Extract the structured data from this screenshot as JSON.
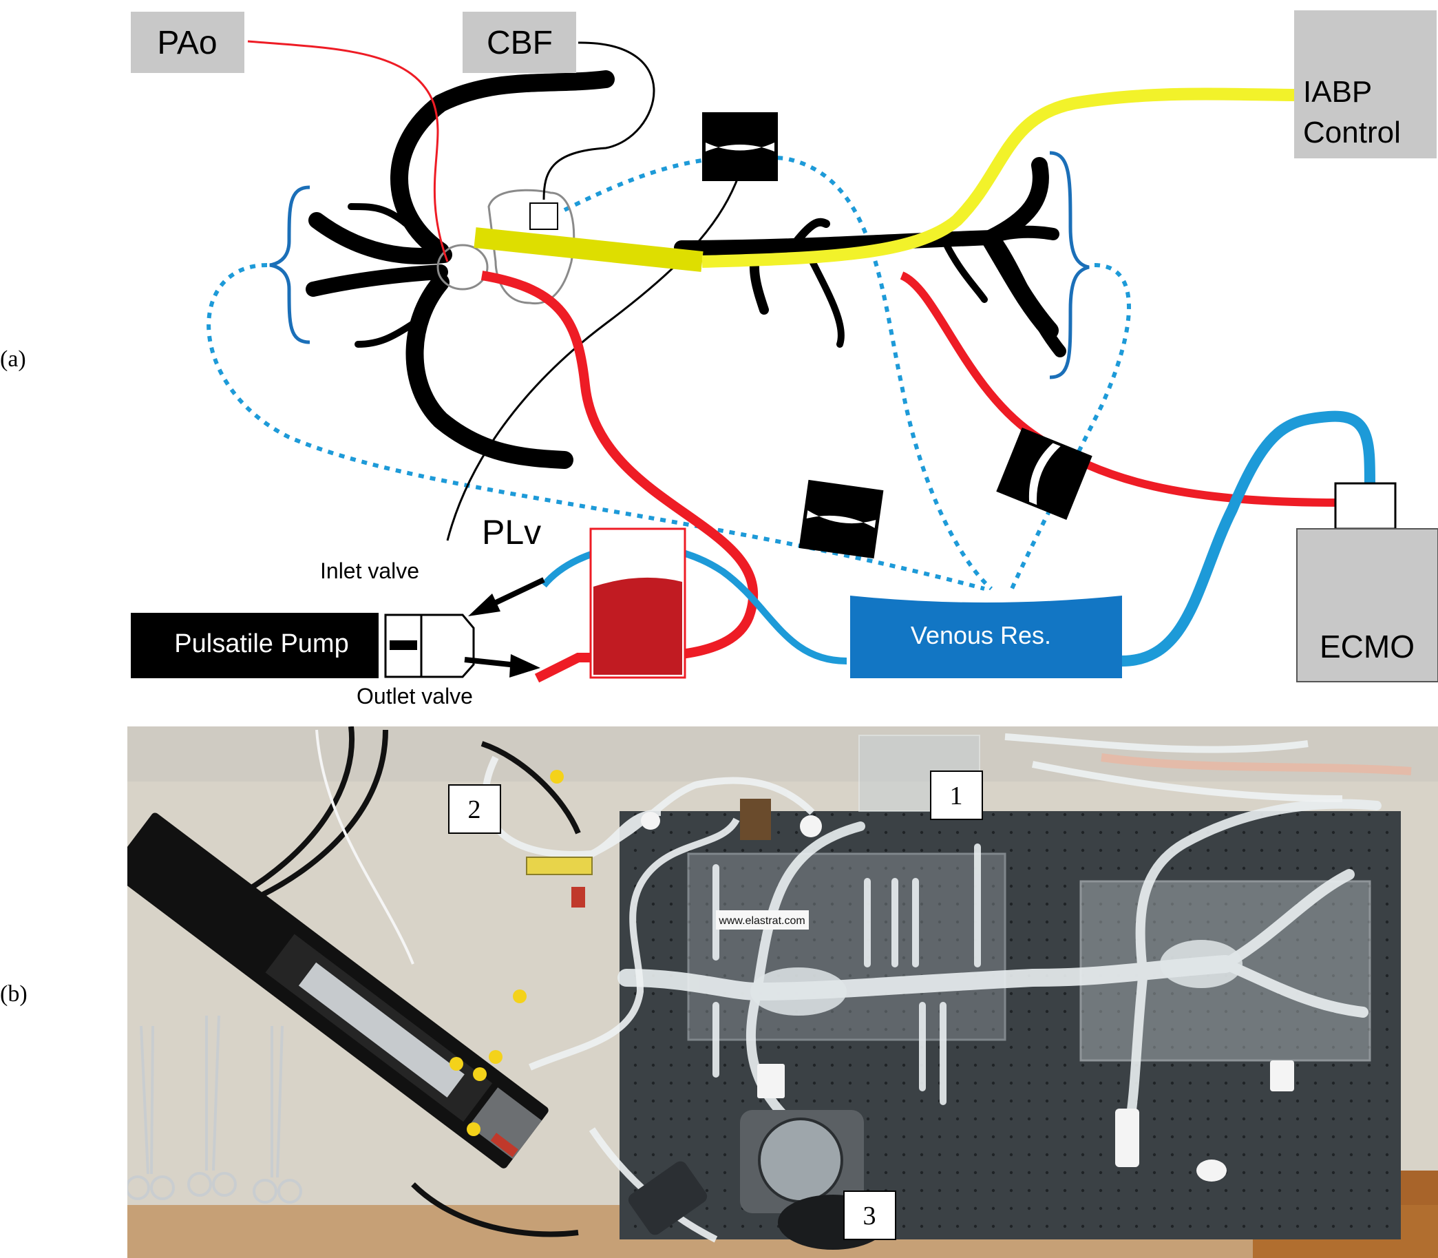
{
  "panels": {
    "a": "(a)",
    "b": "(b)"
  },
  "diagram": {
    "pao": "PAo",
    "cbf": "CBF",
    "iabp_line1": "IABP",
    "iabp_line2": "Control",
    "plv": "PLv",
    "inlet_valve": "Inlet valve",
    "outlet_valve": "Outlet valve",
    "pump": "Pulsatile Pump",
    "venous_res": "Venous Res.",
    "ecmo": "ECMO"
  },
  "photo": {
    "markers": [
      "1",
      "2",
      "3"
    ],
    "sign_text": "www.elastrat.com"
  },
  "colors": {
    "grey_box": "#c8c8c8",
    "blue_box": "#1276c4",
    "red_tube": "#ee1c25",
    "yellow_tube": "#f2f22a",
    "blue_tube": "#1d9ad8",
    "dotted_blue": "#1d9ad8",
    "reservoir_fill": "#c11b22",
    "bracket_blue": "#1b6fb8",
    "vessel": "#000000"
  }
}
